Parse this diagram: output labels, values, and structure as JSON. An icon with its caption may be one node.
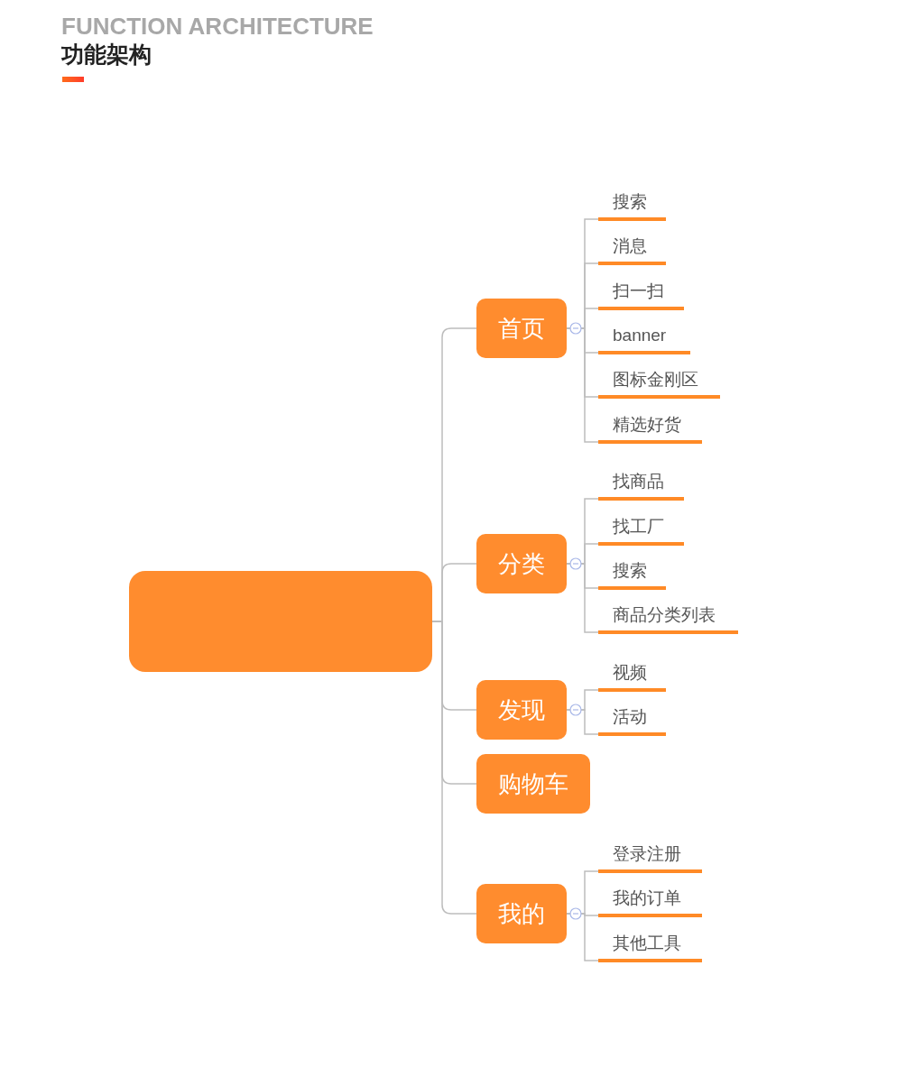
{
  "diagram": {
    "title": "功能架构",
    "nodes": [
      {
        "text": [],
        "shape": "box"
      },
      {
        "text": [
          "首页"
        ]
      },
      {
        "text": [
          "搜索"
        ]
      },
      {
        "text": [
          "消息"
        ]
      },
      {
        "text": [
          "扫一扫"
        ]
      },
      {
        "text": [
          "banner"
        ]
      },
      {
        "text": [
          "图标金刚区"
        ]
      },
      {
        "text": [
          "精选好货"
        ]
      },
      {
        "text": [
          "分类"
        ]
      },
      {
        "text": [
          "找商品"
        ]
      },
      {
        "text": [
          "找工厂"
        ]
      },
      {
        "text": [
          "搜索"
        ]
      },
      {
        "text": [
          "商品分类列表"
        ]
      },
      {
        "text": [
          "发现"
        ]
      },
      {
        "text": [
          "视频"
        ]
      },
      {
        "text": [
          "活动"
        ]
      },
      {
        "text": [
          "购物车"
        ]
      },
      {
        "text": [
          "我的"
        ]
      },
      {
        "text": [
          "登录注册"
        ]
      },
      {
        "text": [
          "我的订单"
        ]
      },
      {
        "text": [
          "其他工具"
        ]
      }
    ],
    "edges": [
      {
        "from": 0,
        "to": 1,
        "arrow": "none"
      },
      {
        "from": 0,
        "to": 8,
        "arrow": "none"
      },
      {
        "from": 0,
        "to": 13,
        "arrow": "none"
      },
      {
        "from": 0,
        "to": 16,
        "arrow": "none"
      },
      {
        "from": 0,
        "to": 17,
        "arrow": "none"
      },
      {
        "from": 1,
        "to": 2,
        "arrow": "none"
      },
      {
        "from": 1,
        "to": 3,
        "arrow": "none"
      },
      {
        "from": 1,
        "to": 4,
        "arrow": "none"
      },
      {
        "from": 1,
        "to": 5,
        "arrow": "none"
      },
      {
        "from": 1,
        "to": 6,
        "arrow": "none"
      },
      {
        "from": 1,
        "to": 7,
        "arrow": "none"
      },
      {
        "from": 8,
        "to": 9,
        "arrow": "none"
      },
      {
        "from": 8,
        "to": 10,
        "arrow": "none"
      },
      {
        "from": 8,
        "to": 11,
        "arrow": "none"
      },
      {
        "from": 8,
        "to": 12,
        "arrow": "none"
      },
      {
        "from": 13,
        "to": 14,
        "arrow": "none"
      },
      {
        "from": 13,
        "to": 15,
        "arrow": "none"
      },
      {
        "from": 17,
        "to": 18,
        "arrow": "none"
      },
      {
        "from": 17,
        "to": 19,
        "arrow": "none"
      },
      {
        "from": 17,
        "to": 20,
        "arrow": "none"
      }
    ],
    "labels": [
      "FUNCTION ARCHITECTURE"
    ]
  }
}
